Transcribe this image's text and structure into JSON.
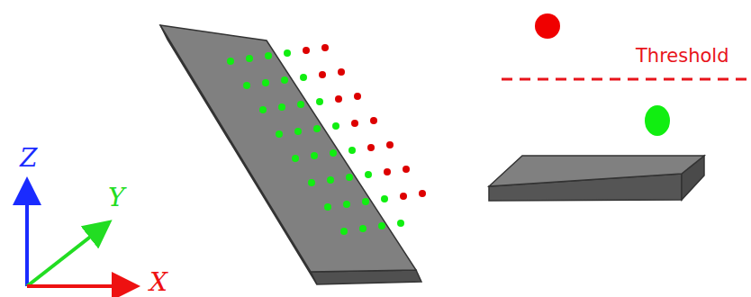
{
  "diagram": {
    "labels": [
      "Z",
      "Y",
      "X",
      "Threshold"
    ]
  }
}
